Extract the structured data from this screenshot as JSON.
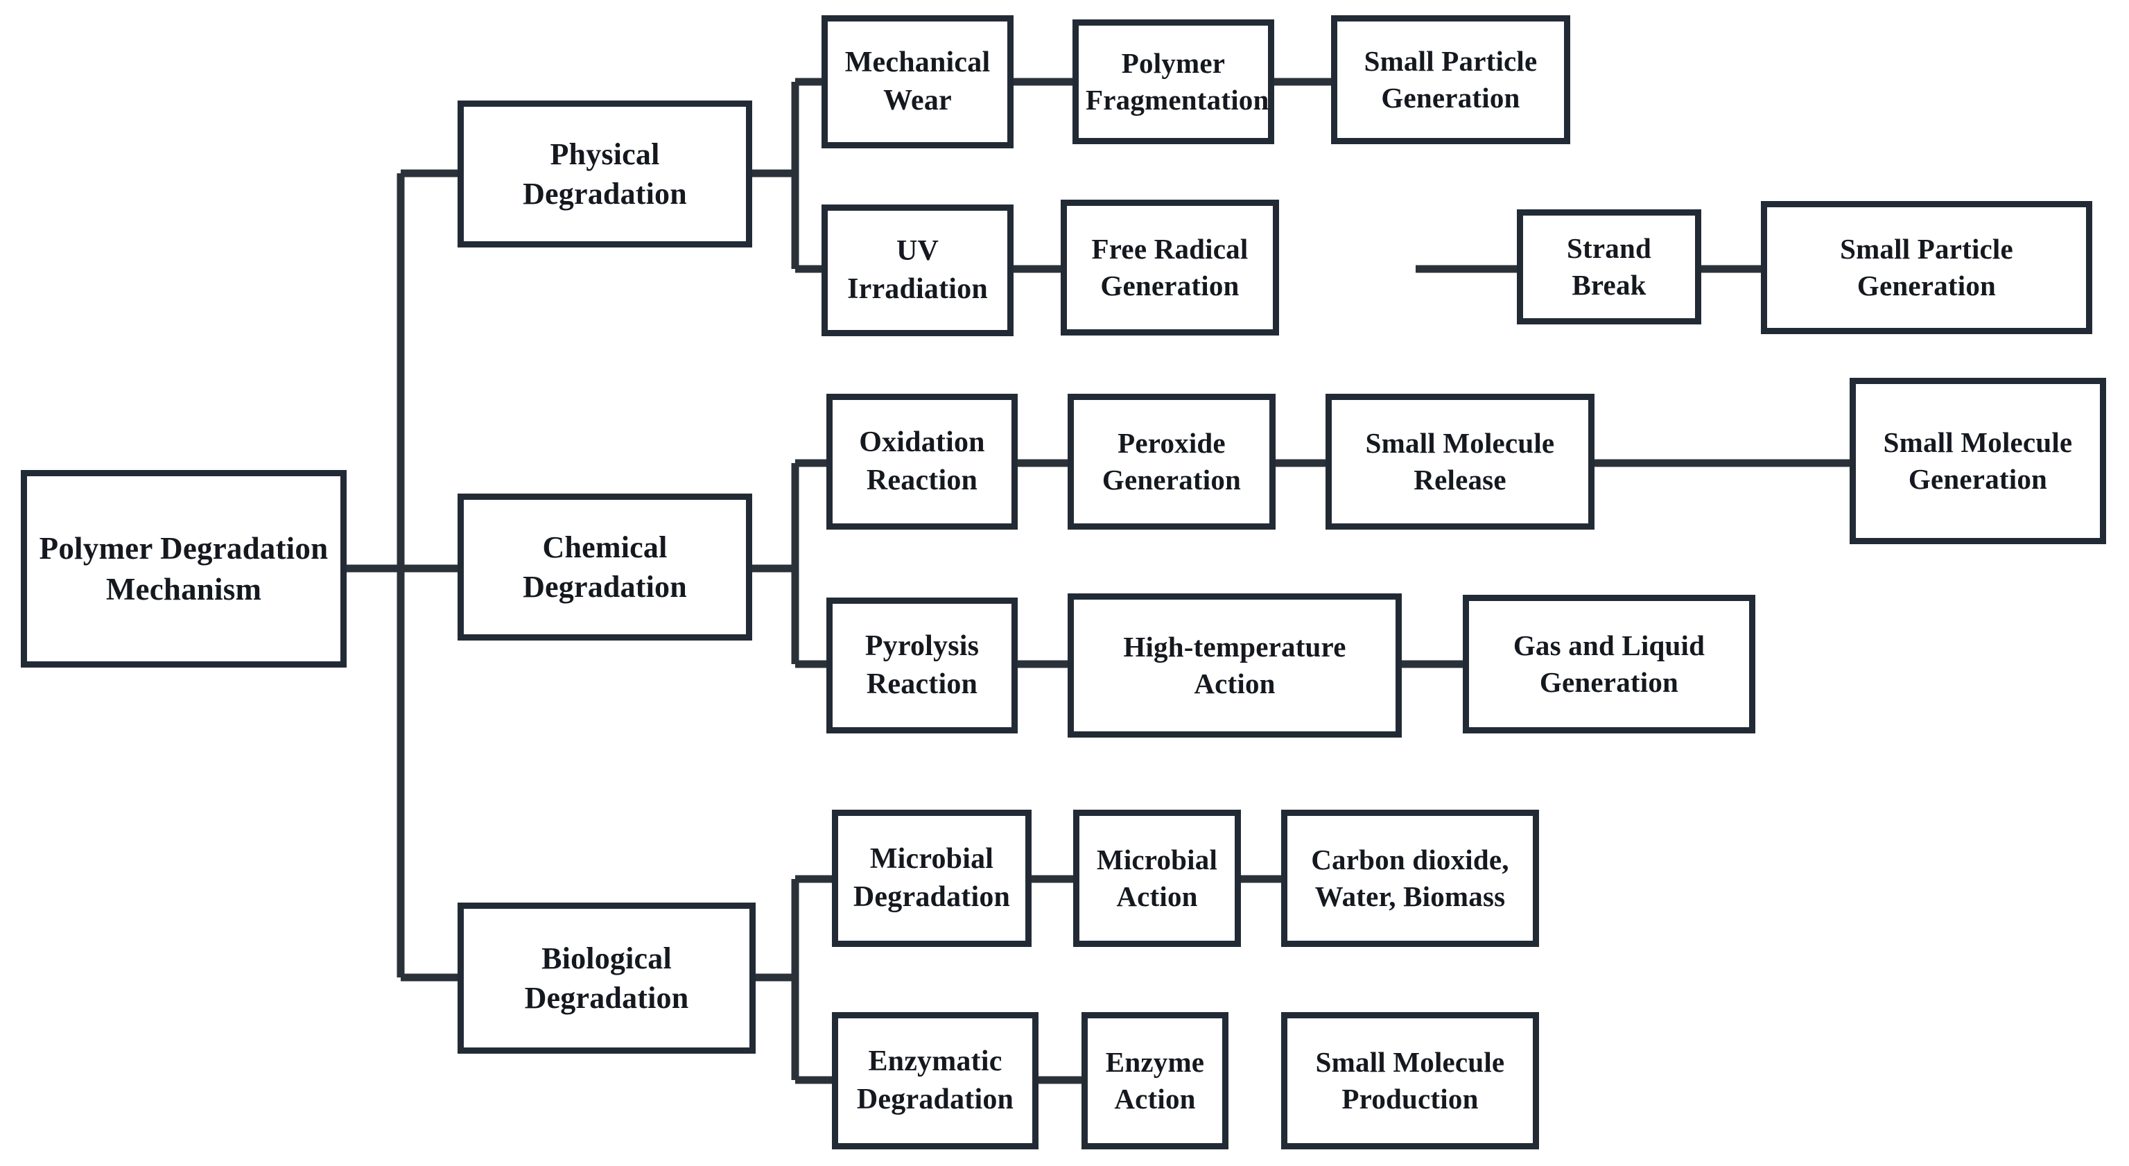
{
  "diagram": {
    "title": "Polymer Degradation Mechanism",
    "type": "tree-flowchart",
    "colors": {
      "background": "#ffffff",
      "box_border": "#222b35",
      "box_fill": "#ffffff",
      "text": "#15191f",
      "connector": "#2b3138"
    },
    "root": {
      "label": "Polymer Degradation Mechanism"
    },
    "branches": [
      {
        "label": "Physical Degradation",
        "chains": [
          {
            "steps": [
              "Mechanical Wear",
              "Polymer Fragmentation",
              "Small Particle Generation"
            ]
          },
          {
            "steps": [
              "UV Irradiation",
              "Free Radical Generation",
              "Strand Break",
              "Small Particle Generation"
            ]
          }
        ]
      },
      {
        "label": "Chemical Degradation",
        "chains": [
          {
            "steps": [
              "Oxidation Reaction",
              "Peroxide Generation",
              "Small Molecule Release",
              "Small Molecule Generation"
            ]
          },
          {
            "steps": [
              "Pyrolysis Reaction",
              "High-temperature Action",
              "Gas and Liquid Generation"
            ]
          }
        ]
      },
      {
        "label": "Biological Degradation",
        "chains": [
          {
            "steps": [
              "Microbial Degradation",
              "Microbial Action",
              "Carbon dioxide, Water, Biomass"
            ]
          },
          {
            "steps": [
              "Enzymatic Degradation",
              "Enzyme Action",
              "Small Molecule Production"
            ]
          }
        ]
      }
    ],
    "nodes": {
      "root": "Polymer Degradation Mechanism",
      "physical_degradation": "Physical Degradation",
      "chemical_degradation": "Chemical Degradation",
      "biological_degradation": "Biological Degradation",
      "mechanical_wear": "Mechanical Wear",
      "polymer_fragmentation": "Polymer Fragmentation",
      "small_particle_generation_1": "Small Particle Generation",
      "uv_irradiation": "UV Irradiation",
      "free_radical_generation": "Free Radical Generation",
      "strand_break": "Strand Break",
      "small_particle_generation_2": "Small Particle Generation",
      "oxidation_reaction": "Oxidation Reaction",
      "peroxide_generation": "Peroxide Generation",
      "small_molecule_release": "Small Molecule Release",
      "small_molecule_generation": "Small Molecule Generation",
      "pyrolysis_reaction": "Pyrolysis Reaction",
      "high_temperature_action": "High-temperature Action",
      "gas_and_liquid_generation": "Gas and Liquid Generation",
      "microbial_degradation": "Microbial Degradation",
      "microbial_action": "Microbial Action",
      "carbon_dioxide_water_biomass": "Carbon dioxide, Water, Biomass",
      "enzymatic_degradation": "Enzymatic Degradation",
      "enzyme_action": "Enzyme Action",
      "small_molecule_production": "Small Molecule Production"
    }
  }
}
